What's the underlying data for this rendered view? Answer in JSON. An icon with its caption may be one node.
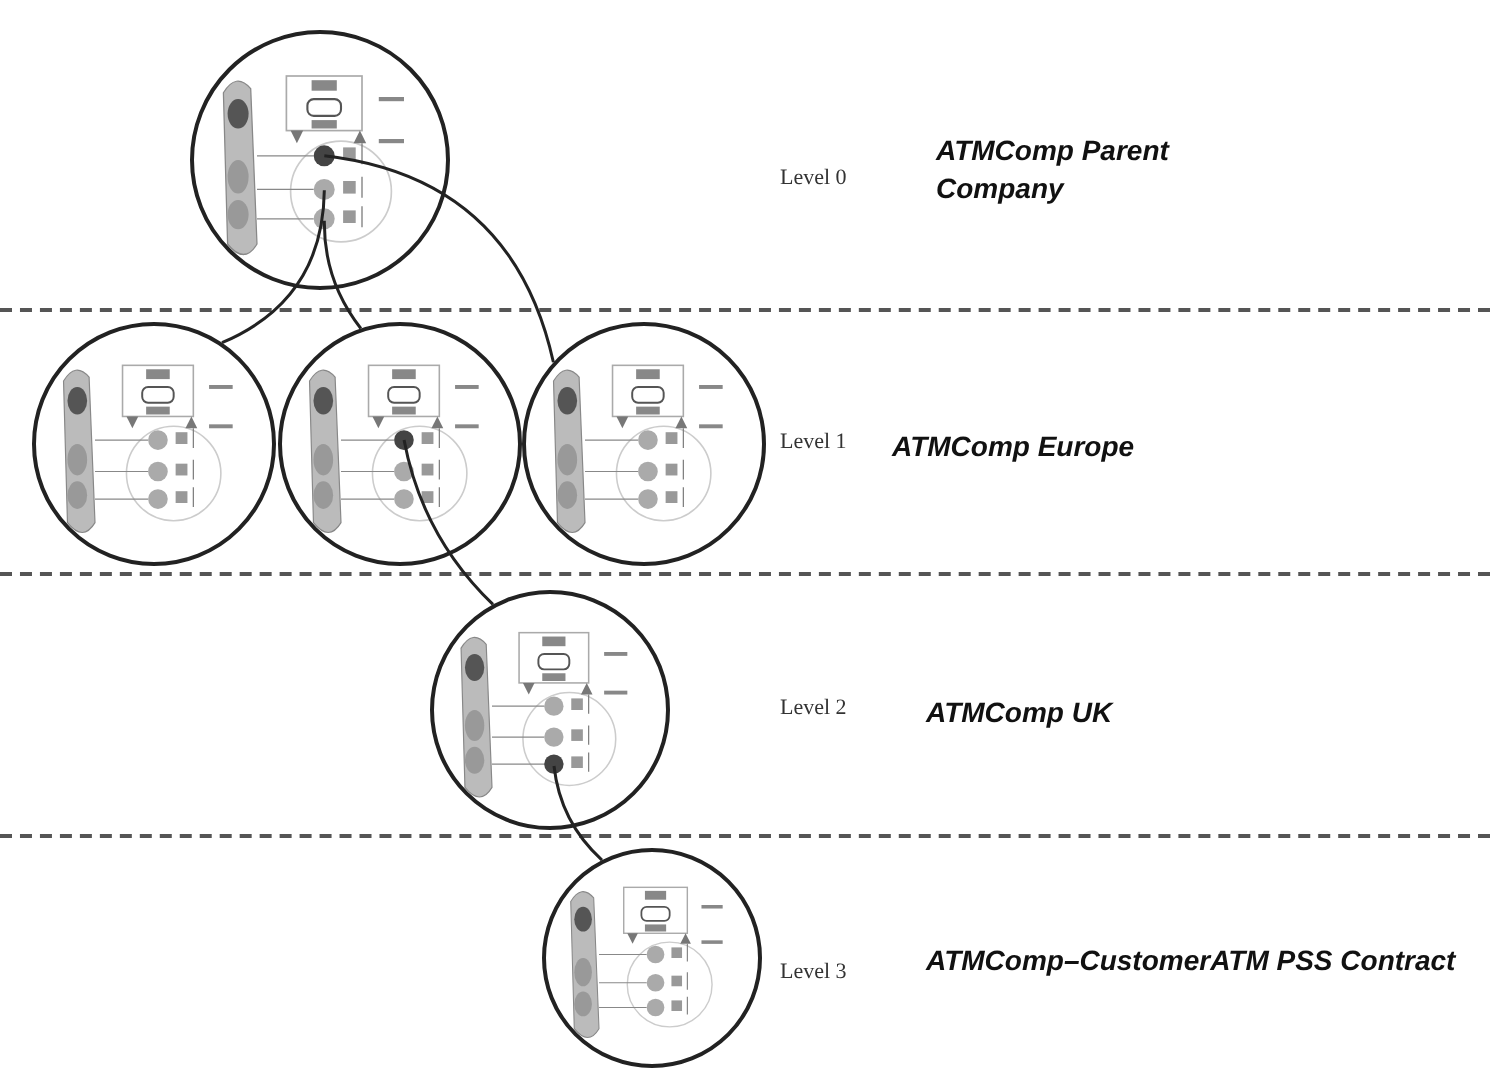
{
  "diagram": {
    "nodes": [
      {
        "text": [],
        "shape": "picture"
      },
      {
        "text": [],
        "shape": "picture"
      },
      {
        "text": [],
        "shape": "picture"
      },
      {
        "text": [],
        "shape": "picture"
      },
      {
        "text": [],
        "shape": "picture"
      },
      {
        "text": [],
        "shape": "picture"
      }
    ],
    "edges": [
      {
        "from": 0,
        "to": 1,
        "arrow": "none"
      },
      {
        "from": 0,
        "to": 2,
        "arrow": "none"
      },
      {
        "from": 0,
        "to": 3,
        "arrow": "none"
      },
      {
        "from": 2,
        "to": 4,
        "arrow": "none"
      },
      {
        "from": 4,
        "to": 5,
        "arrow": "none"
      }
    ],
    "labels": [
      "Level 0",
      "ATMComp Parent Company",
      "Level 1",
      "ATMComp Europe",
      "Level 2",
      "ATMComp UK",
      "Level 3",
      "ATMComp–CustomerATM PSS Contract"
    ]
  }
}
